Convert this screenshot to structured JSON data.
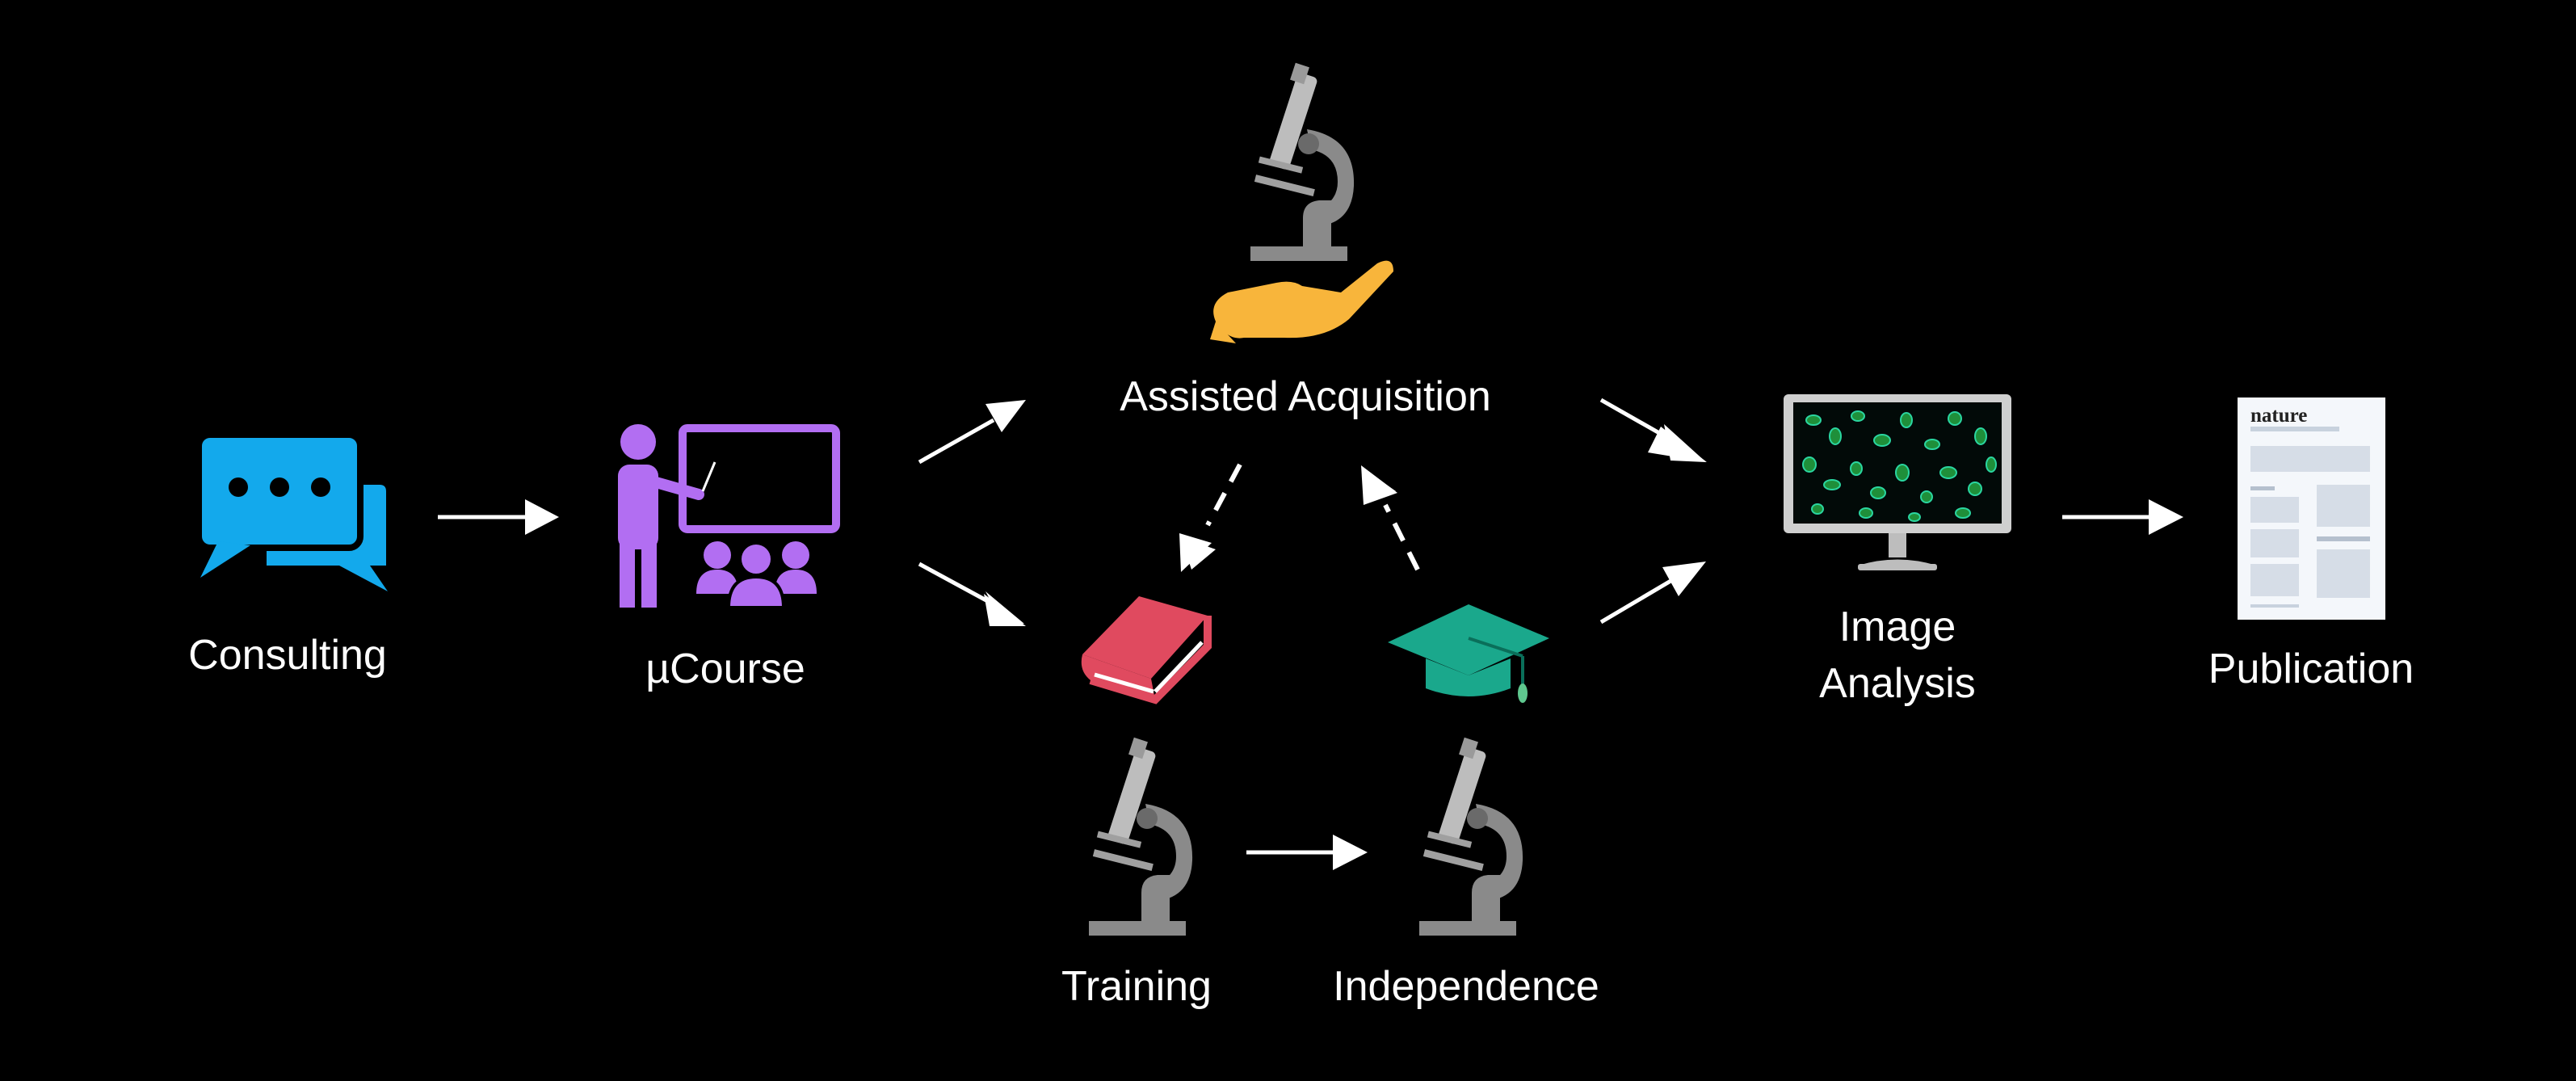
{
  "nodes": {
    "consulting": {
      "label": "Consulting",
      "icon": "chat-bubbles-icon"
    },
    "ucourse": {
      "label": "µCourse",
      "icon": "teacher-whiteboard-icon"
    },
    "assisted_acquisition": {
      "label": "Assisted Acquisition",
      "icon": "microscope-in-hand-icon"
    },
    "training": {
      "label": "Training",
      "icon": "microscope-icon"
    },
    "independence": {
      "label": "Independence",
      "icon": "microscope-icon"
    },
    "book": {
      "icon": "book-icon"
    },
    "graduation": {
      "icon": "graduation-cap-icon"
    },
    "image_analysis": {
      "label_line1": "Image",
      "label_line2": "Analysis",
      "icon": "monitor-cells-icon"
    },
    "publication": {
      "label": "Publication",
      "icon": "nature-paper-icon",
      "journal_name": "nature"
    }
  },
  "colors": {
    "background": "#000000",
    "consulting": "#13a9ec",
    "ucourse": "#b26ef2",
    "hand": "#f8b53b",
    "book": "#e04a5f",
    "cap": "#1aa88c",
    "microscope": "#8a8a8a",
    "arrow": "#ffffff"
  }
}
